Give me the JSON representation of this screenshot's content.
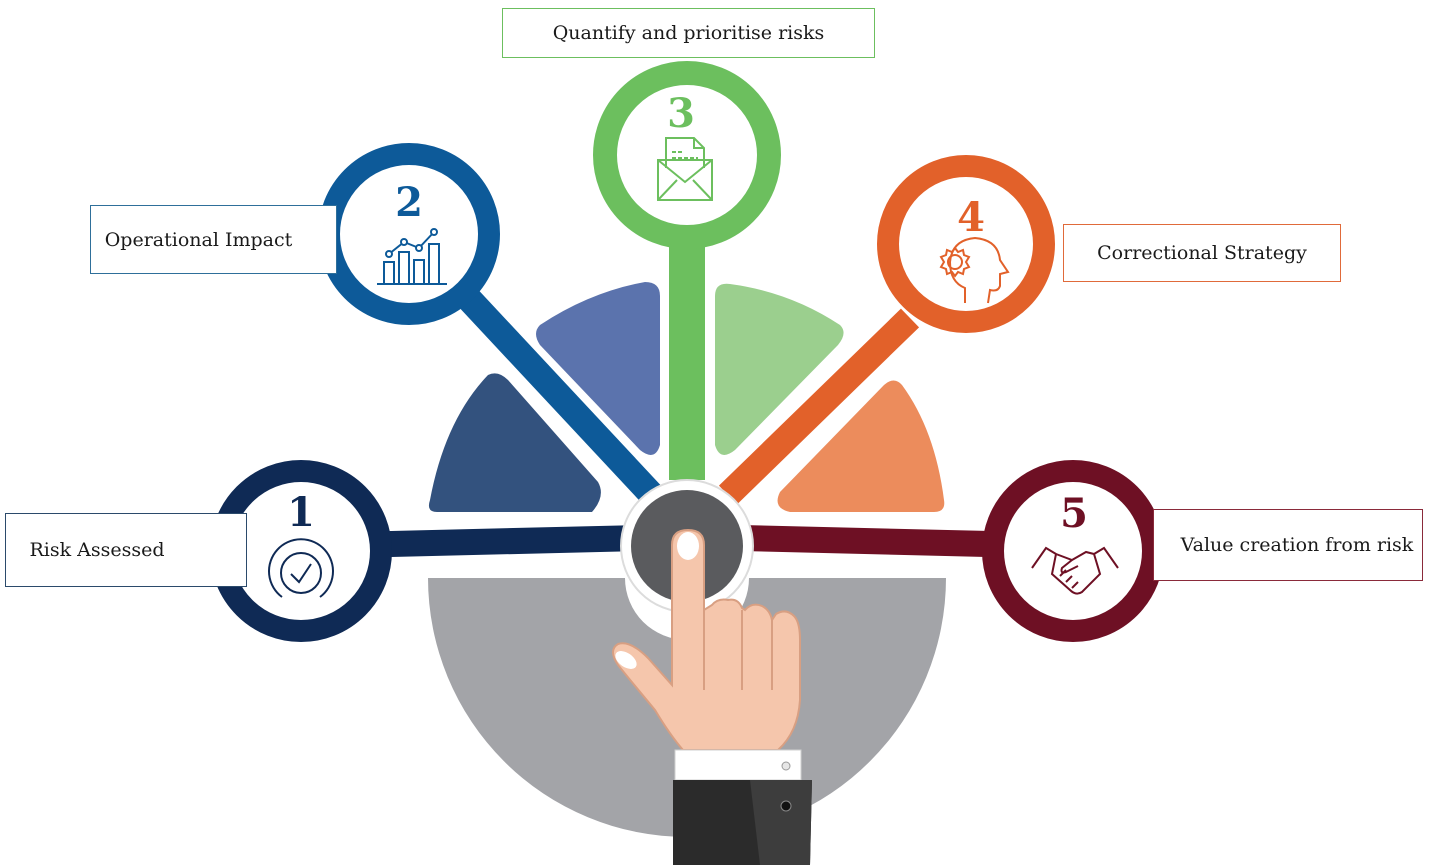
{
  "steps": [
    {
      "number": "1",
      "label": "Risk Assessed",
      "color": "#0f2a55",
      "icon": "check-circle-icon"
    },
    {
      "number": "2",
      "label": "Operational Impact",
      "color": "#0d5a99",
      "icon": "bar-chart-trend-icon"
    },
    {
      "number": "3",
      "label": "Quantify and prioritise risks",
      "color": "#6cbf5e",
      "icon": "envelope-document-icon"
    },
    {
      "number": "4",
      "label": "Correctional Strategy",
      "color": "#e2612a",
      "icon": "head-gear-icon"
    },
    {
      "number": "5",
      "label": "Value creation from risk",
      "color": "#6e1024",
      "icon": "handshake-icon"
    }
  ],
  "colors": {
    "segment_dark_blue": "#33527e",
    "segment_mid_blue": "#5b73ad",
    "segment_light_green": "#9bcf8e",
    "segment_light_orange": "#ec8c5c",
    "base_gray": "#a3a4a8",
    "hub": "#5a5b5e"
  }
}
